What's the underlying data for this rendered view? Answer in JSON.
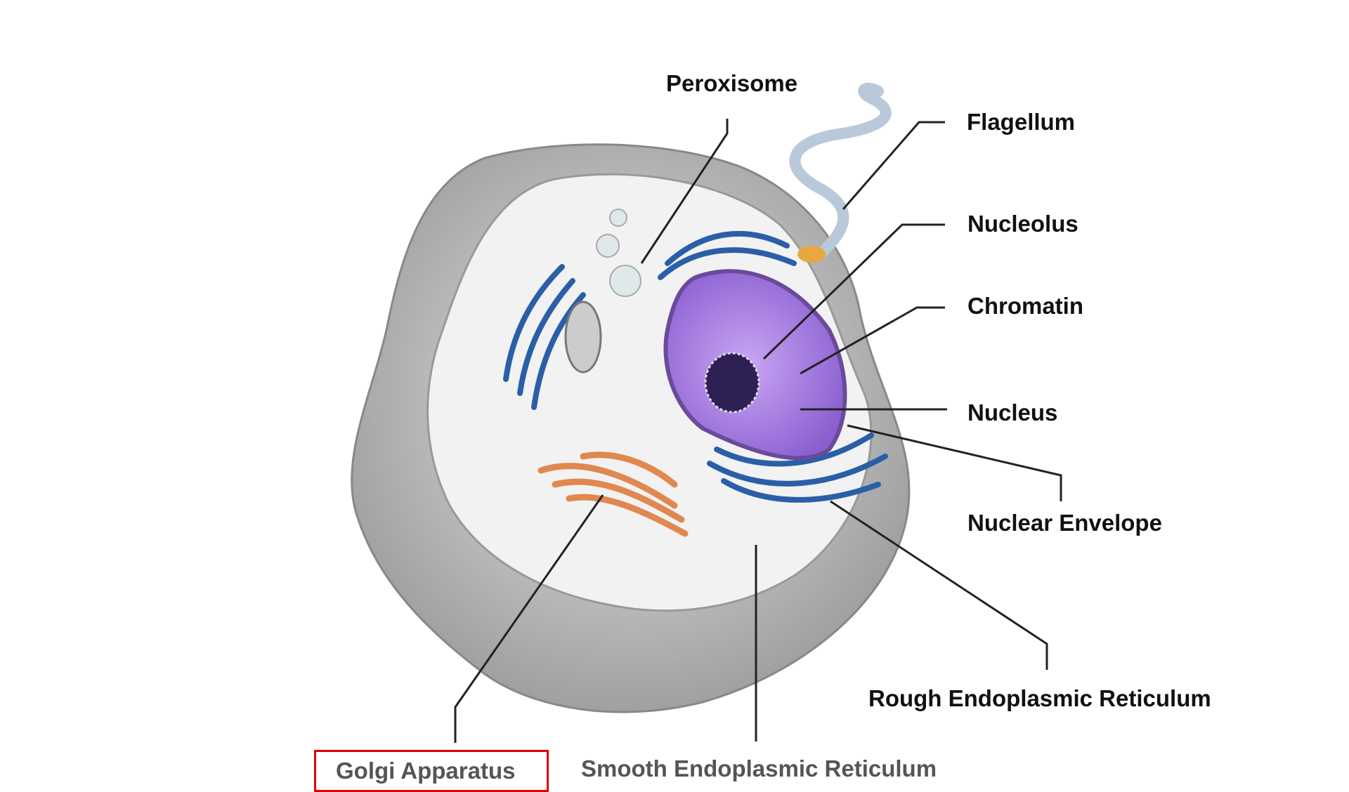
{
  "diagram": {
    "title": "Animal cell organelles",
    "labels": {
      "peroxisome": "Peroxisome",
      "flagellum": "Flagellum",
      "nucleolus": "Nucleolus",
      "chromatin": "Chromatin",
      "nucleus": "Nucleus",
      "nuclear_envelope": "Nuclear Envelope",
      "rough_er": "Rough Endoplasmic Reticulum",
      "golgi": "Golgi Apparatus",
      "smooth_er": "Smooth Endoplasmic Reticulum"
    },
    "highlighted_label": "golgi",
    "colors": {
      "highlight_box": "#dd0000",
      "nucleus": "#a77ee0",
      "er": "#2a5fa8",
      "golgi": "#e08850",
      "cell": "#bdbdbd"
    }
  }
}
